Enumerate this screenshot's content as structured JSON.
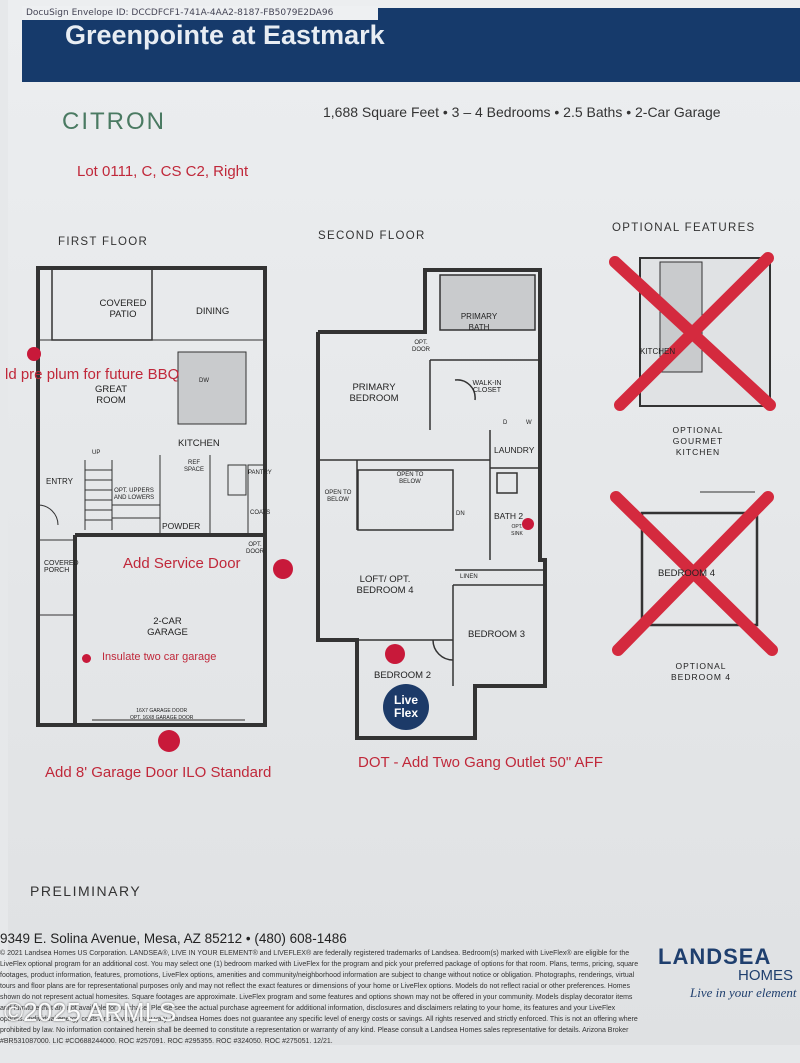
{
  "envelope_id": "DocuSign Envelope ID: DCCDFCF1-741A-4AA2-8187-FB5079E2DA96",
  "header": {
    "community": "Greenpointe at Eastmark"
  },
  "plan": {
    "name": "CITRON",
    "specs": "1,688 Square Feet  •  3 – 4 Bedrooms  •  2.5 Baths  •  2-Car Garage"
  },
  "lot": "Lot 0111, C, CS C2, Right",
  "sections": {
    "first": "FIRST FLOOR",
    "second": "SECOND FLOOR",
    "optional": "OPTIONAL FEATURES"
  },
  "first_floor": {
    "covered_patio": "COVERED PATIO",
    "dining": "DINING",
    "great_room": "GREAT ROOM",
    "kitchen": "KITCHEN",
    "dw": "DW",
    "ref_space": "REF SPACE",
    "pantry": "PANTRY",
    "entry": "ENTRY",
    "up": "UP",
    "opt_uppers": "OPT. UPPERS AND LOWERS",
    "powder": "POWDER",
    "coats": "COATS",
    "covered_porch": "COVERED PORCH",
    "garage": "2-CAR GARAGE",
    "garage_door": "16X7 GARAGE DOOR\nOPT. 16X8 GARAGE DOOR",
    "opt_door": "OPT. DOOR"
  },
  "second_floor": {
    "primary_bath": "PRIMARY BATH",
    "primary_bedroom": "PRIMARY BEDROOM",
    "walk_in_closet": "WALK-IN CLOSET",
    "opt_door": "OPT. DOOR",
    "laundry": "LAUNDRY",
    "d": "D",
    "w": "W",
    "open_to_below_1": "OPEN TO BELOW",
    "open_to_below_2": "OPEN TO BELOW",
    "dn": "DN",
    "bath2": "BATH 2",
    "opt_sink": "OPT. SINK",
    "loft": "LOFT/ OPT. BEDROOM 4",
    "linen": "LINEN",
    "bedroom3": "BEDROOM 3",
    "bedroom2": "BEDROOM 2",
    "liveflex_1": "Live",
    "liveflex_2": "Flex"
  },
  "optional": {
    "kitchen": "OPTIONAL GOURMET KITCHEN",
    "bedroom4": "OPTIONAL BEDROOM 4",
    "kitchen_img": "KITCHEN",
    "bedroom_img": "BEDROOM 4"
  },
  "annotations": {
    "bbq": "ld pre plum for future BBQ",
    "service_door": "Add Service Door",
    "insulate": "Insulate two car garage",
    "garage_door": "Add 8' Garage Door ILO Standard",
    "outlet": "DOT - Add Two Gang Outlet 50\" AFF"
  },
  "preliminary": "PRELIMINARY",
  "footer": {
    "address": "9349 E. Solina Avenue, Mesa, AZ 85212  •  (480) 608-1486",
    "fine_print": "© 2021 Landsea Homes US Corporation. LANDSEA®, LIVE IN YOUR ELEMENT® and LIVEFLEX® are federally registered trademarks of Landsea. Bedroom(s) marked with LiveFlex® are eligible for the LiveFlex optional program for an additional cost. You may select one (1) bedroom marked with LiveFlex for the program and pick your preferred package of options for that room. Plans, terms, pricing, square footages, product information, features, promotions, LiveFlex options, amenities and community/neighborhood information are subject to change without notice or obligation. Photographs, renderings, virtual tours and floor plans are for representational purposes only and may not reflect the exact features or dimensions of your home or LiveFlex options. Models do not reflect racial or other preferences. Homes shown do not represent actual homesites. Square footages are approximate. LiveFlex program and some features and options shown may not be offered in your community. Models display decorator items and furniture that are not available for purchase. Please see the actual purchase agreement for additional information, disclosures and disclaimers relating to your home, its features and your LiveFlex options. Individual energy costs and savings may vary. Landsea Homes does not guarantee any specific level of energy costs or savings. All rights reserved and strictly enforced. This is not an offering where prohibited by law. No information contained herein shall be deemed to constitute a representation or warranty of any kind. Please consult a Landsea Homes sales representative for details. Arizona Broker #BR531087000. LIC #CO688244000. ROC #257091. ROC #295355. ROC #324050. ROC #275051. 12/21.",
    "logo": "LANDSEA",
    "logo_sub": "HOMES",
    "tagline": "Live in your element"
  },
  "watermark": "©2025 ARMLS",
  "colors": {
    "header": "#163a6b",
    "annotation": "#c0283a",
    "model": "#4a7a62"
  }
}
